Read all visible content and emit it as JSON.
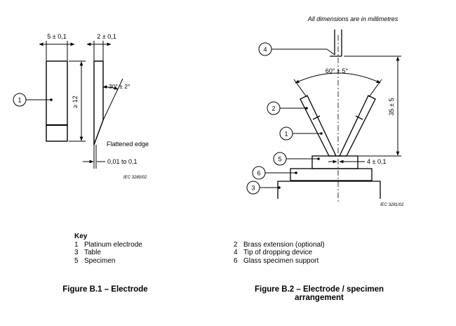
{
  "note": "All dimensions are in millimetres",
  "fig1": {
    "dim_width": "5 ± 0,1",
    "dim_thickness": "2 ± 0,1",
    "dim_height": "≥ 12",
    "dim_angle": "30° ± 2°",
    "label_flattened": "Flattened edge",
    "dim_tip": "0,01 to 0,1",
    "iec_ref": "IEC  3280/02",
    "callout": "1"
  },
  "fig2": {
    "dim_angle": "60° ± 5°",
    "dim_height": "35 ± 5",
    "dim_gap": "4 ± 0,1",
    "iec_ref": "IEC  3281/02",
    "callouts": [
      "4",
      "2",
      "1",
      "5",
      "6",
      "3"
    ]
  },
  "key": {
    "title": "Key",
    "left": [
      {
        "num": "1",
        "text": "Platinum electrode"
      },
      {
        "num": "3",
        "text": "Table"
      },
      {
        "num": "5",
        "text": "Specimen"
      }
    ],
    "right": [
      {
        "num": "2",
        "text": "Brass extension (optional)"
      },
      {
        "num": "4",
        "text": "Tip of dropping device"
      },
      {
        "num": "6",
        "text": "Glass specimen support"
      }
    ]
  },
  "captions": {
    "fig1": "Figure B.1 – Electrode",
    "fig2_line1": "Figure B.2 – Electrode / specimen",
    "fig2_line2": "arrangement"
  }
}
